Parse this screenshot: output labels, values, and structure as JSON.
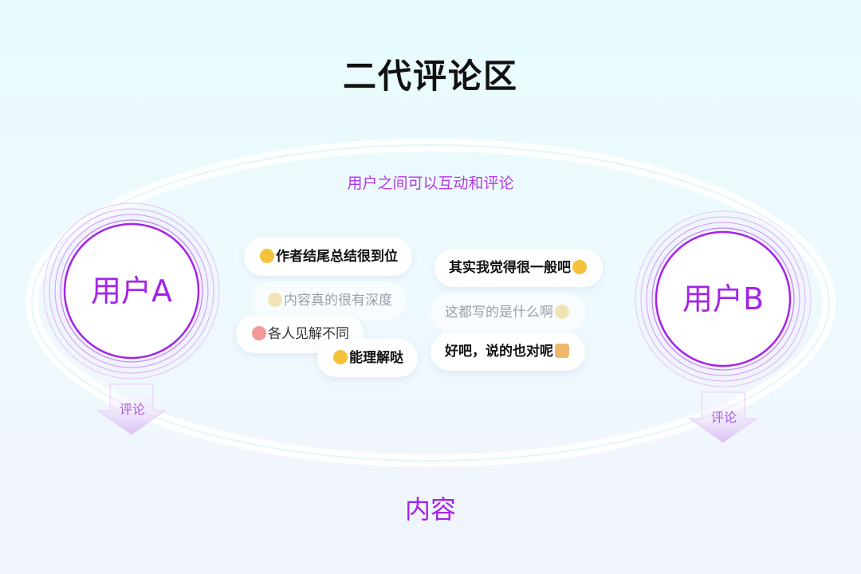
{
  "title": "二代评论区",
  "subtitle": "用户之间可以互动和评论",
  "user_a": {
    "label": "用户A",
    "arrow_label": "评论"
  },
  "user_b": {
    "label": "用户B",
    "arrow_label": "评论"
  },
  "content_label": "内容",
  "bubbles": [
    {
      "text": "作者结尾总结很到位",
      "emoji": "grinning-face"
    },
    {
      "text": "内容真的很有深度",
      "emoji": "smiling-face"
    },
    {
      "text": "各人见解不同",
      "emoji": "heart-eyes-face"
    },
    {
      "text": "能理解哒",
      "emoji": "kissing-face"
    },
    {
      "text": "其实我觉得很一般吧",
      "emoji": "thinking-face"
    },
    {
      "text": "这都写的是什么啊",
      "emoji": "neutral-face"
    },
    {
      "text": "好吧，说的也对呢",
      "emoji": "handshake"
    }
  ],
  "colors": {
    "accent": "#a424e6",
    "ring": "#c06af0"
  }
}
